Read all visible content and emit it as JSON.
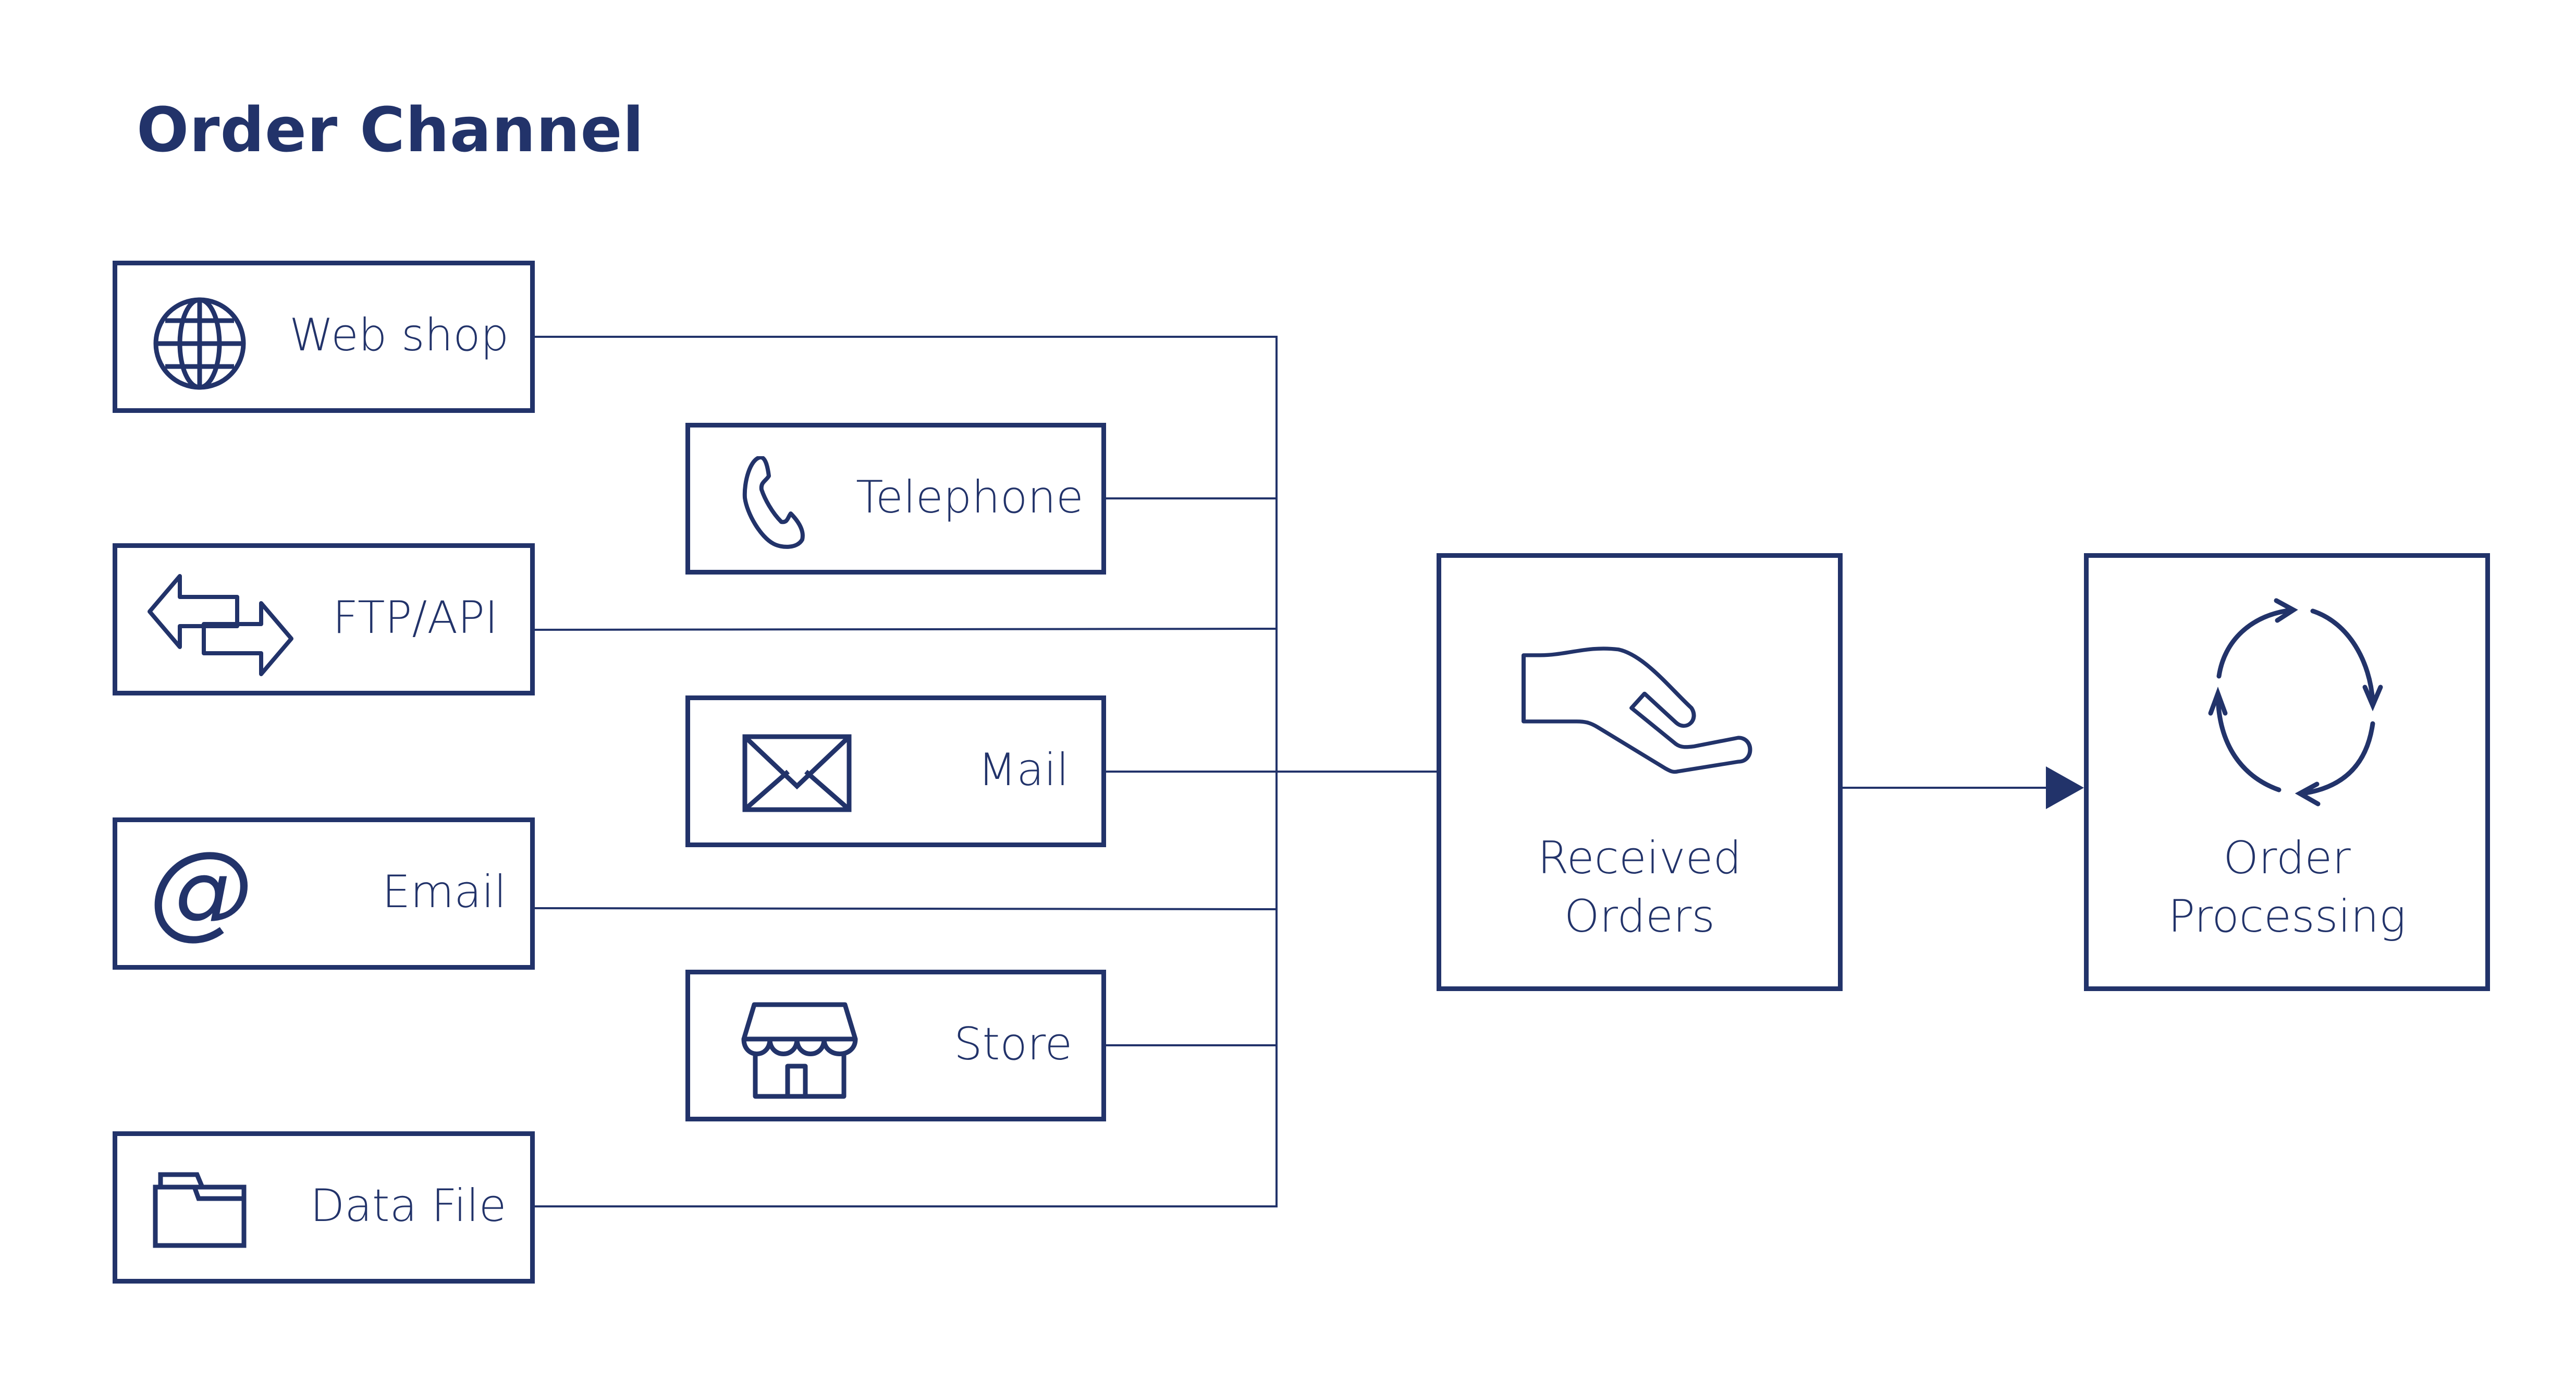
{
  "title": "Order Channel",
  "colors": {
    "primary": "#22336a",
    "background": "#ffffff"
  },
  "channels": {
    "web_shop": {
      "label": "Web shop",
      "icon": "globe-icon"
    },
    "telephone": {
      "label": "Telephone",
      "icon": "phone-icon"
    },
    "ftp_api": {
      "label": "FTP/API",
      "icon": "exchange-arrows-icon"
    },
    "mail": {
      "label": "Mail",
      "icon": "envelope-icon"
    },
    "email": {
      "label": "Email",
      "icon": "at-sign-icon"
    },
    "store": {
      "label": "Store",
      "icon": "storefront-icon"
    },
    "data_file": {
      "label": "Data File",
      "icon": "folder-icon"
    }
  },
  "received_orders": {
    "line1": "Received",
    "line2": "Orders",
    "icon": "open-hand-icon"
  },
  "order_processing": {
    "line1": "Order",
    "line2": "Processing",
    "icon": "cycle-arrows-icon"
  }
}
